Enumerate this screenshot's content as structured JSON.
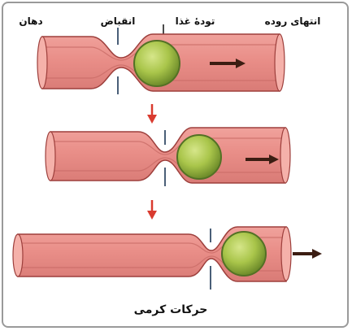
{
  "labels": {
    "mouth": "دهان",
    "contraction": "انقباض",
    "food_bolus": "تودهٔ غذا",
    "intestine_end": "انتهای روده",
    "caption": "حرکات کرمی"
  },
  "colors": {
    "tube_fill": "#e98e88",
    "tube_stroke": "#9d3f3c",
    "lumen_dark": "#d97b76",
    "lumen_light": "#f5b1aa",
    "bolus_fill": "#a9c54a",
    "bolus_stroke": "#537125",
    "marker": "#4a5f78",
    "step_arrow": "#d93b2f",
    "direction_arrow": "#3b1d12"
  }
}
